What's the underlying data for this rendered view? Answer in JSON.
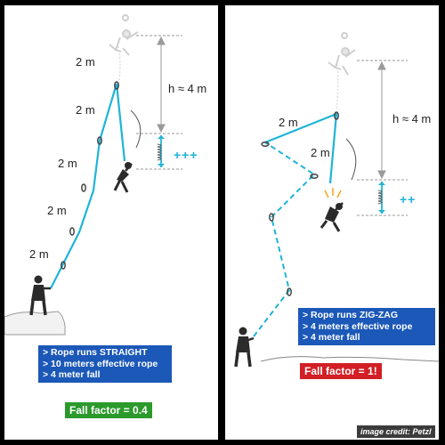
{
  "left": {
    "segment_labels": [
      "2 m",
      "2 m",
      "2 m",
      "2 m",
      "2 m"
    ],
    "height_label": "h ≈ 4 m",
    "stretch_marker": "+++",
    "info_lines": [
      "> Rope runs STRAIGHT",
      "> 10 meters effective rope",
      "> 4 meter fall"
    ],
    "fall_factor": "Fall factor = 0.4",
    "colors": {
      "rope": "#1fb4d6",
      "box": "#1b58b8",
      "badge": "#2b9a2b"
    }
  },
  "right": {
    "segment_labels": [
      "2 m",
      "2 m"
    ],
    "height_label": "h ≈ 4 m",
    "stretch_marker": "++",
    "info_lines": [
      "> Rope runs ZIG-ZAG",
      "> 4 meters effective rope",
      "> 4 meter fall"
    ],
    "fall_factor": "Fall factor = 1!",
    "credit": "image credit: Petzl",
    "colors": {
      "rope": "#1fb4d6",
      "box": "#1b58b8",
      "badge": "#d21f25"
    }
  }
}
